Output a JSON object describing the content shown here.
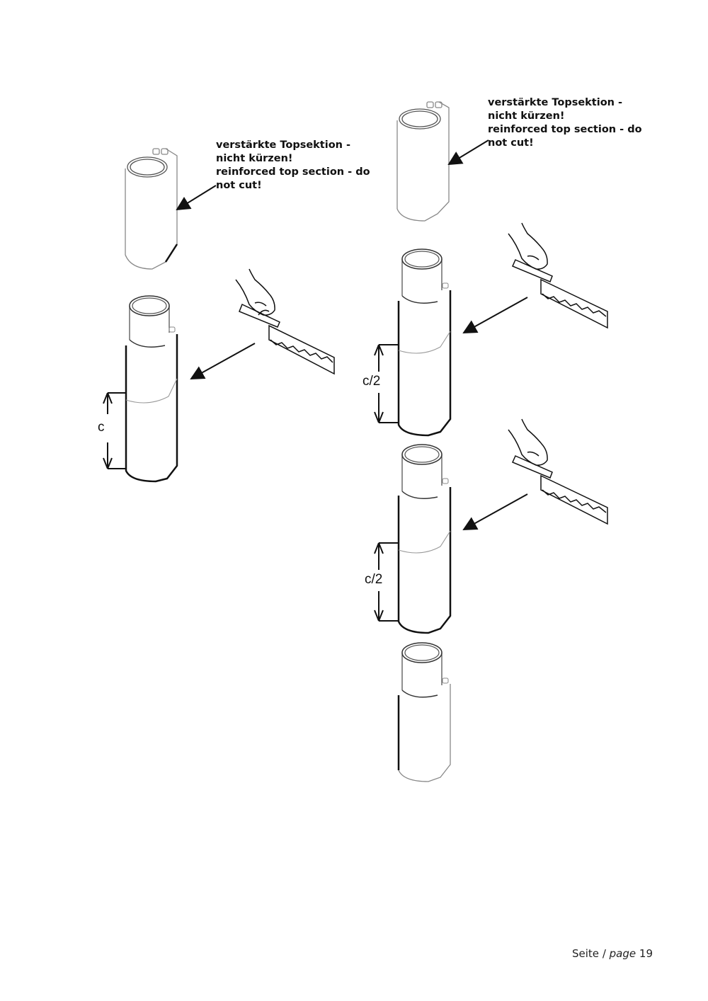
{
  "left_note": {
    "line1": "verstärkte Topsektion -",
    "line2": "nicht kürzen!",
    "line3": "reinforced top section - do",
    "line4": "not cut!"
  },
  "right_note": {
    "line1": "verstärkte Topsektion -",
    "line2": "nicht kürzen!",
    "line3": "reinforced top section - do",
    "line4": "not cut!"
  },
  "dimensions": {
    "left": "c",
    "right_upper": "c/2",
    "right_lower": "c/2"
  },
  "footer": {
    "seite": "Seite",
    "separator": "/",
    "page_word": "page",
    "page_number": "19"
  }
}
